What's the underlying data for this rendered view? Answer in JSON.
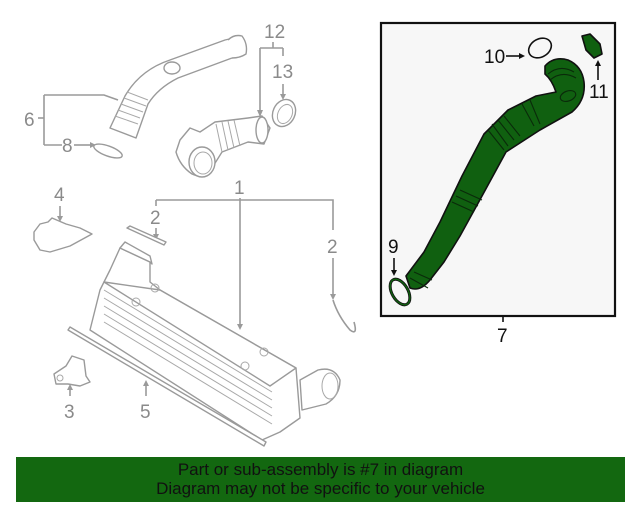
{
  "diagram": {
    "highlighted_part": "7",
    "highlight_color": "#106010",
    "callouts": [
      {
        "id": "1",
        "label": "1",
        "part": "intercooler"
      },
      {
        "id": "2a",
        "label": "2",
        "part": "bolt"
      },
      {
        "id": "2b",
        "label": "2",
        "part": "hose clip"
      },
      {
        "id": "3",
        "label": "3",
        "part": "bracket"
      },
      {
        "id": "4",
        "label": "4",
        "part": "air deflector"
      },
      {
        "id": "5",
        "label": "5",
        "part": "seal strip"
      },
      {
        "id": "6",
        "label": "6",
        "part": "charge pipe"
      },
      {
        "id": "7",
        "label": "7",
        "part": "charge hose (sub-assembly)"
      },
      {
        "id": "8",
        "label": "8",
        "part": "o-ring"
      },
      {
        "id": "9",
        "label": "9",
        "part": "o-ring"
      },
      {
        "id": "10",
        "label": "10",
        "part": "o-ring"
      },
      {
        "id": "11",
        "label": "11",
        "part": "clamp"
      },
      {
        "id": "12",
        "label": "12",
        "part": "intake pipe"
      },
      {
        "id": "13",
        "label": "13",
        "part": "ring"
      }
    ]
  },
  "banner": {
    "line1": "Part or sub-assembly is #7 in diagram",
    "line2": "Diagram may not be specific to your vehicle",
    "background": "#136810"
  }
}
